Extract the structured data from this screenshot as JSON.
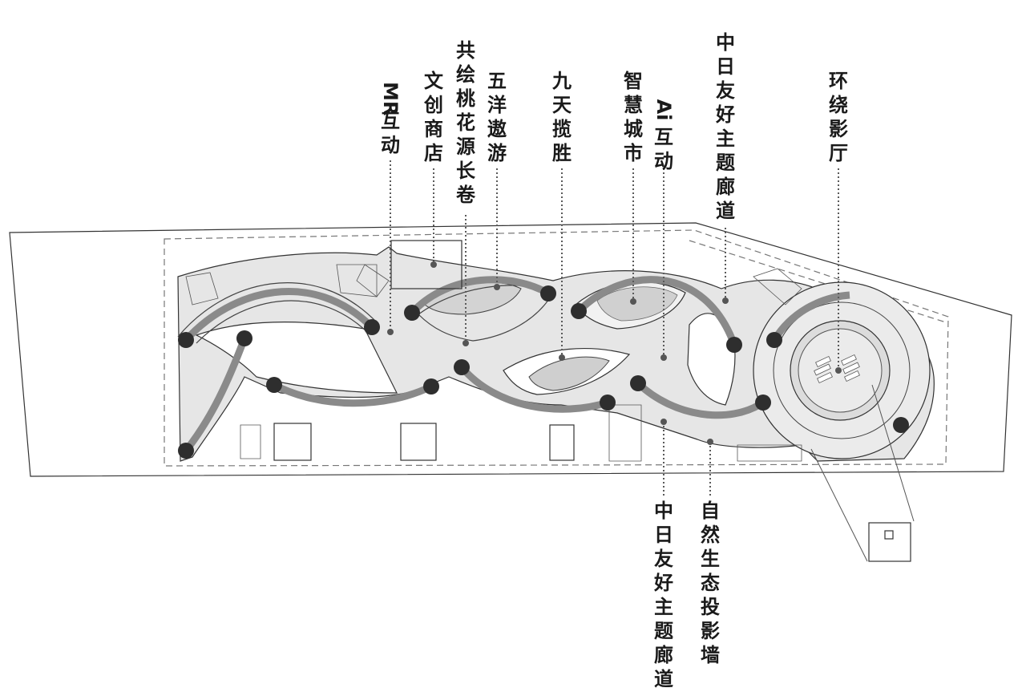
{
  "labels": {
    "mr": "MR互动",
    "shop": "文创商店",
    "scroll": "共绘桃花源长卷",
    "ocean": "五洋遨游",
    "sky": "九天揽胜",
    "city": "智慧城市",
    "ai": "Ai互动",
    "corridor_top": "中日友好主题廊道",
    "cinema": "环绕影厅",
    "corridor_bottom": "中日友好主题廊道",
    "wall": "自然生态投影墙"
  },
  "colors": {
    "outline": "#333333",
    "floor": "#e6e6e6",
    "band": "#8a8a8a",
    "node": "#2e2e2e",
    "text": "#1a1a1a"
  }
}
